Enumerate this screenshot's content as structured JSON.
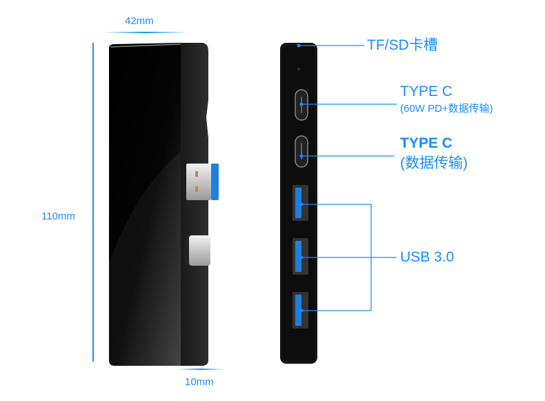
{
  "dimensions": {
    "width": "42mm",
    "height": "110mm",
    "depth": "10mm"
  },
  "callouts": {
    "tf_sd": "TF/SD卡槽",
    "type_c_pd": {
      "title": "TYPE C",
      "desc": "(60W PD+数据传输)"
    },
    "type_c_data": {
      "title": "TYPE C",
      "desc": "(数据传输)"
    },
    "usb3": "USB 3.0"
  },
  "colors": {
    "accent": "#1a8cff",
    "body": "#111111",
    "usb_blue": "#1e7fe0"
  }
}
